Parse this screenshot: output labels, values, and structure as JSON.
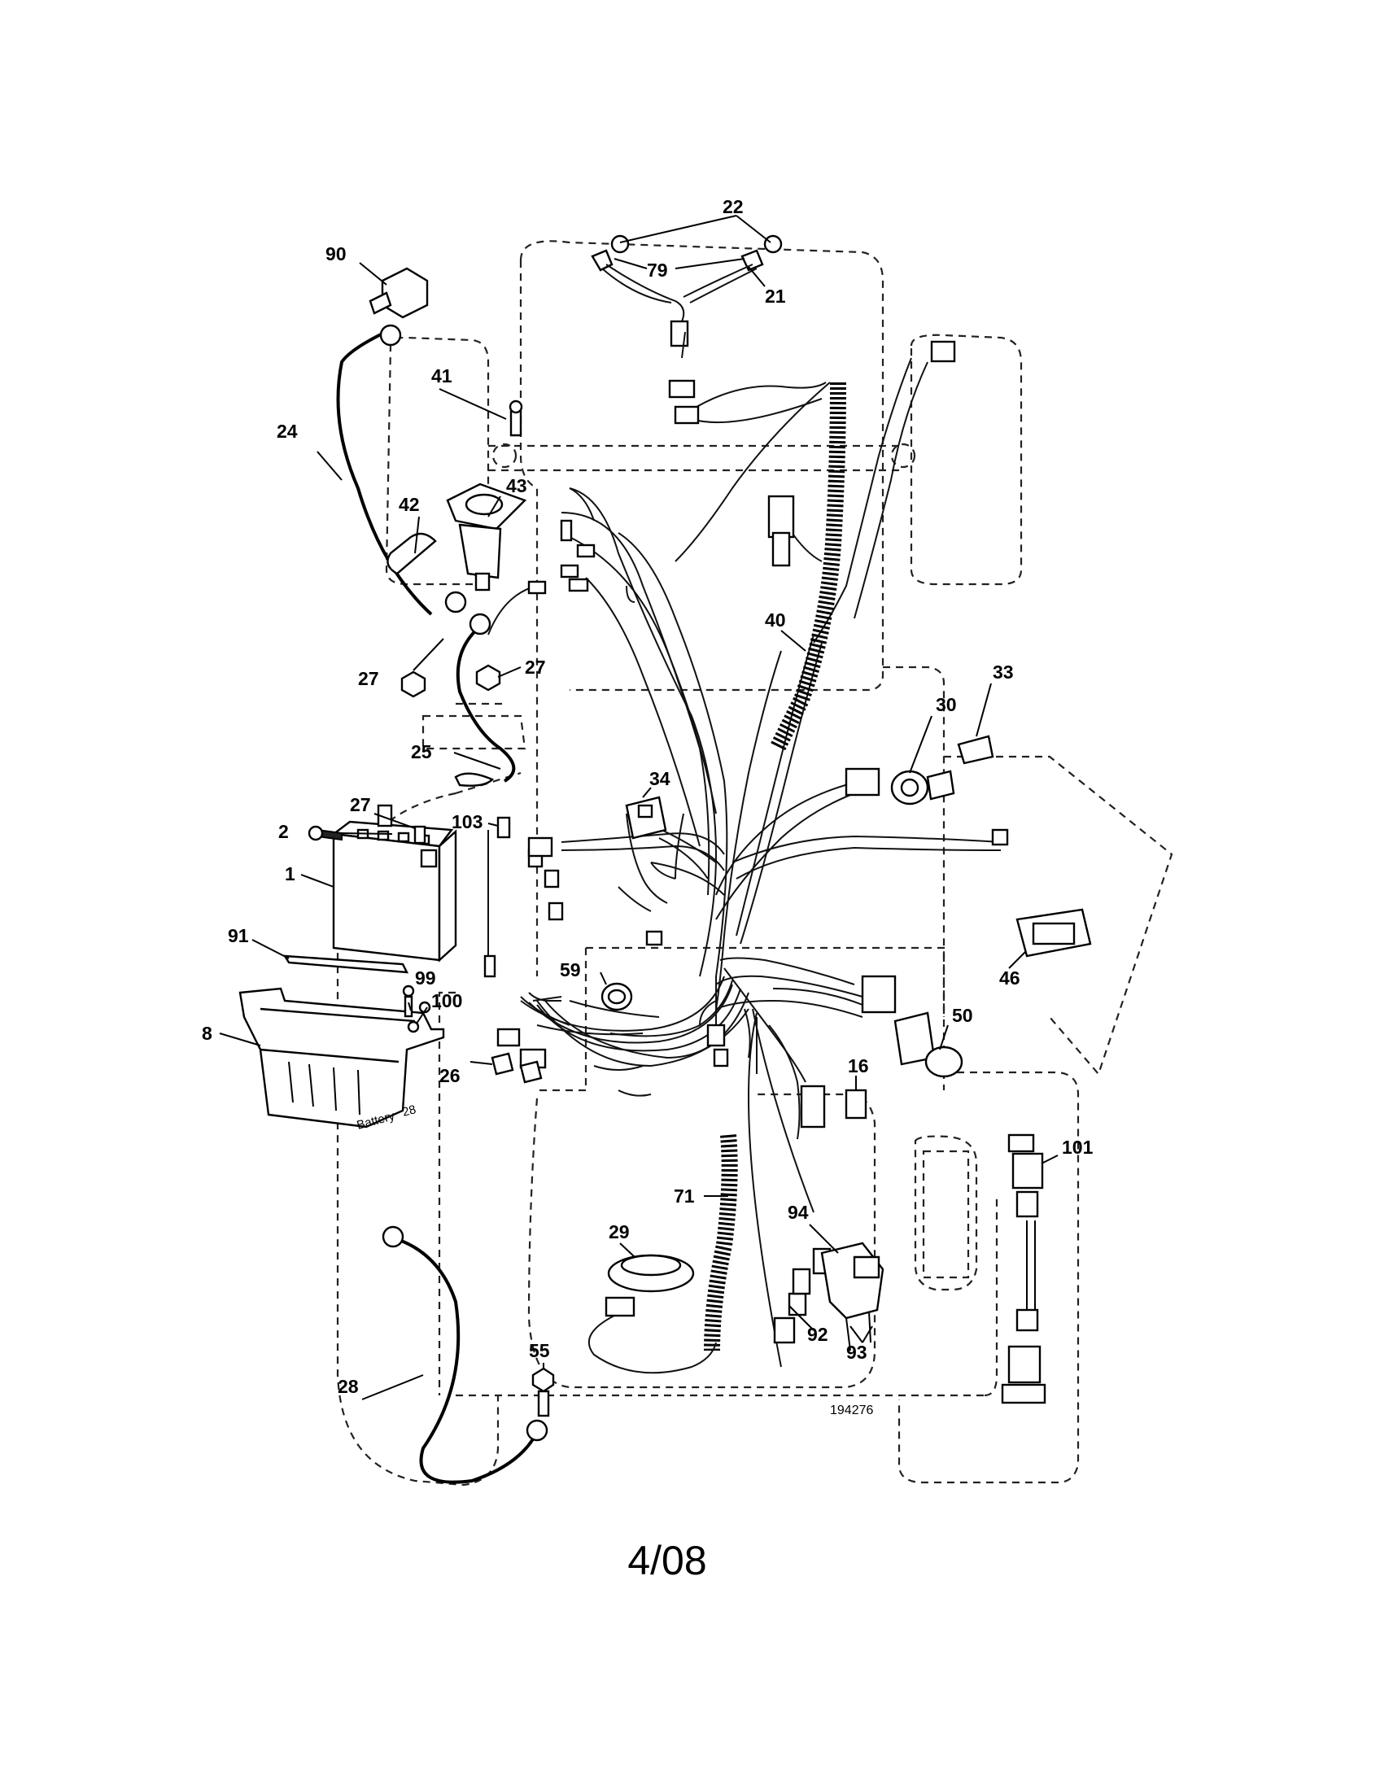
{
  "callouts": [
    {
      "id": "1",
      "label": "1"
    },
    {
      "id": "2",
      "label": "2"
    },
    {
      "id": "8",
      "label": "8"
    },
    {
      "id": "16",
      "label": "16"
    },
    {
      "id": "21",
      "label": "21"
    },
    {
      "id": "22",
      "label": "22"
    },
    {
      "id": "24",
      "label": "24"
    },
    {
      "id": "25",
      "label": "25"
    },
    {
      "id": "26",
      "label": "26"
    },
    {
      "id": "27a",
      "label": "27"
    },
    {
      "id": "27b",
      "label": "27"
    },
    {
      "id": "27c",
      "label": "27"
    },
    {
      "id": "28",
      "label": "28"
    },
    {
      "id": "29",
      "label": "29"
    },
    {
      "id": "30",
      "label": "30"
    },
    {
      "id": "33",
      "label": "33"
    },
    {
      "id": "34",
      "label": "34"
    },
    {
      "id": "40",
      "label": "40"
    },
    {
      "id": "41",
      "label": "41"
    },
    {
      "id": "42",
      "label": "42"
    },
    {
      "id": "43",
      "label": "43"
    },
    {
      "id": "46",
      "label": "46"
    },
    {
      "id": "50",
      "label": "50"
    },
    {
      "id": "55",
      "label": "55"
    },
    {
      "id": "59",
      "label": "59"
    },
    {
      "id": "71",
      "label": "71"
    },
    {
      "id": "79",
      "label": "79"
    },
    {
      "id": "90",
      "label": "90"
    },
    {
      "id": "91",
      "label": "91"
    },
    {
      "id": "92",
      "label": "92"
    },
    {
      "id": "93",
      "label": "93"
    },
    {
      "id": "94",
      "label": "94"
    },
    {
      "id": "99",
      "label": "99"
    },
    {
      "id": "100",
      "label": "100"
    },
    {
      "id": "101",
      "label": "101"
    },
    {
      "id": "103",
      "label": "103"
    }
  ],
  "battery_tray_text": "Battery",
  "battery_tray_number": "28",
  "drawing_number": "194276",
  "page_date": "4/08"
}
